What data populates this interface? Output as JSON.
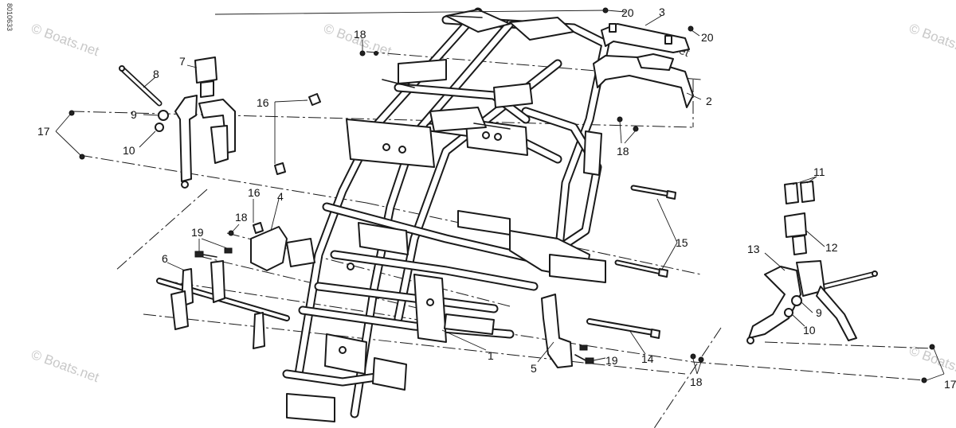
{
  "document_id": "8010633",
  "watermark_text": "© Boats.net",
  "callouts": [
    {
      "id": "c1",
      "text": "1"
    },
    {
      "id": "c2",
      "text": "2"
    },
    {
      "id": "c3",
      "text": "3"
    },
    {
      "id": "c4",
      "text": "4"
    },
    {
      "id": "c5",
      "text": "5"
    },
    {
      "id": "c6",
      "text": "6"
    },
    {
      "id": "c7",
      "text": "7"
    },
    {
      "id": "c8",
      "text": "8"
    },
    {
      "id": "c9a",
      "text": "9"
    },
    {
      "id": "c9b",
      "text": "9"
    },
    {
      "id": "c10a",
      "text": "10"
    },
    {
      "id": "c10b",
      "text": "10"
    },
    {
      "id": "c11",
      "text": "11"
    },
    {
      "id": "c12",
      "text": "12"
    },
    {
      "id": "c13",
      "text": "13"
    },
    {
      "id": "c14",
      "text": "14"
    },
    {
      "id": "c15",
      "text": "15"
    },
    {
      "id": "c16a",
      "text": "16"
    },
    {
      "id": "c16b",
      "text": "16"
    },
    {
      "id": "c17a",
      "text": "17"
    },
    {
      "id": "c17b",
      "text": "17"
    },
    {
      "id": "c18a",
      "text": "18"
    },
    {
      "id": "c18b",
      "text": "18"
    },
    {
      "id": "c18c",
      "text": "18"
    },
    {
      "id": "c18d",
      "text": "18"
    },
    {
      "id": "c19a",
      "text": "19"
    },
    {
      "id": "c19b",
      "text": "19"
    },
    {
      "id": "c20a",
      "text": "20"
    },
    {
      "id": "c20b",
      "text": "20"
    }
  ]
}
